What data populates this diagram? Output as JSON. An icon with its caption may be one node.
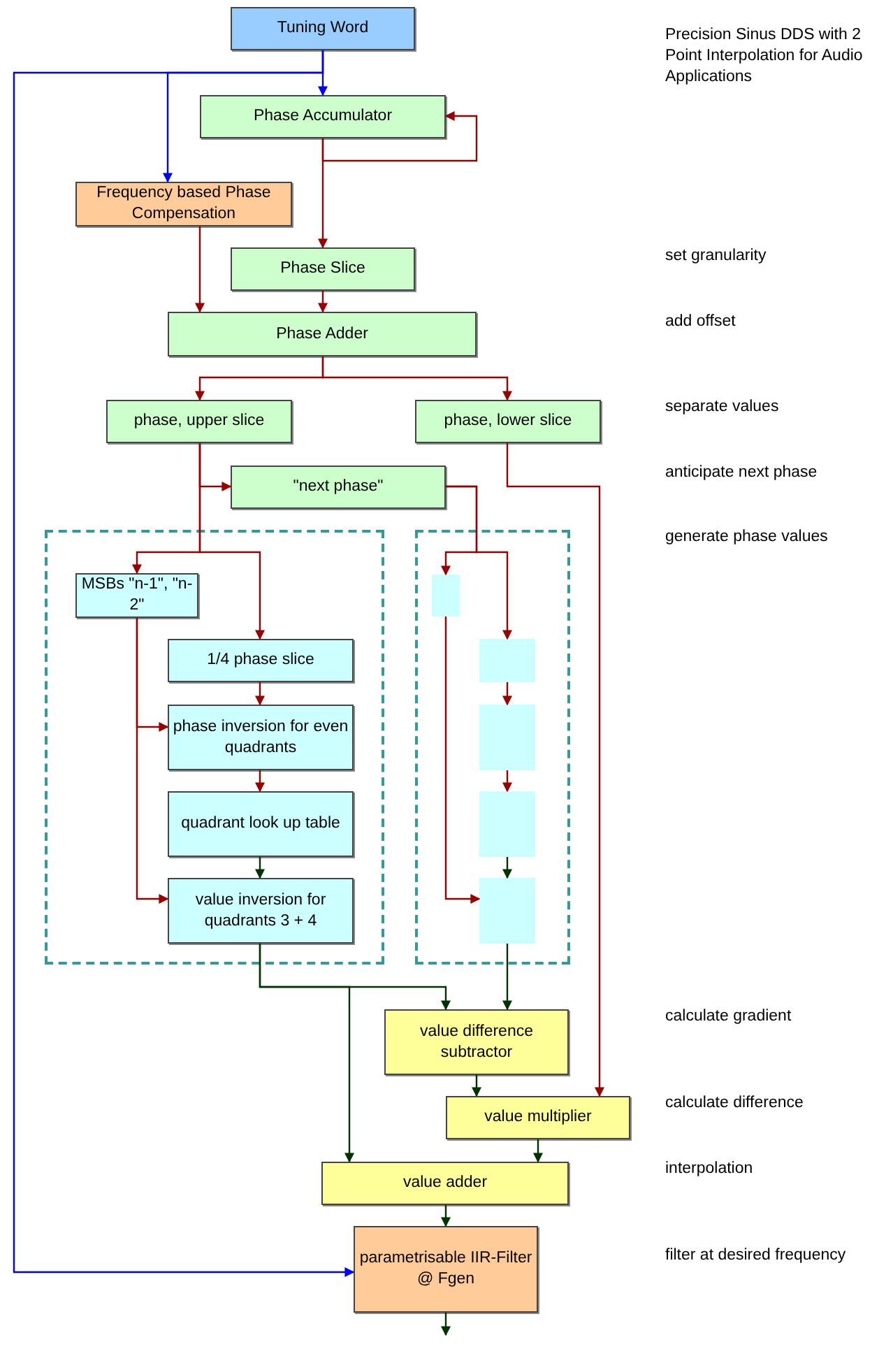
{
  "diagram": {
    "title": "Precision Sinus DDS with 2 Point Interpolation for Audio Applications",
    "nodes": [
      {
        "text": [
          "Tuning Word"
        ]
      },
      {
        "text": [
          "Phase Accumulator"
        ]
      },
      {
        "text": [
          "Frequency based Phase Compensation"
        ]
      },
      {
        "text": [
          "Phase Slice"
        ]
      },
      {
        "text": [
          "Phase Adder"
        ]
      },
      {
        "text": [
          "phase, upper slice"
        ]
      },
      {
        "text": [
          "phase, lower slice"
        ]
      },
      {
        "text": [
          "\"next phase\""
        ]
      },
      {
        "text": [],
        "shape": "box"
      },
      {
        "text": [],
        "shape": "box"
      },
      {
        "text": [
          "MSBs \"n-1\", \"n-2\""
        ],
        "in": 8
      },
      {
        "text": [
          "1/4 phase slice"
        ],
        "in": 8
      },
      {
        "text": [
          "phase inversion for even quadrants"
        ],
        "in": 8
      },
      {
        "text": [
          "quadrant look up table"
        ],
        "in": 8
      },
      {
        "text": [
          "value inversion for quadrants 3 + 4"
        ],
        "in": 8
      },
      {
        "text": [],
        "shape": "box",
        "in": 9
      },
      {
        "text": [],
        "shape": "box",
        "in": 9
      },
      {
        "text": [],
        "shape": "box",
        "in": 9
      },
      {
        "text": [],
        "shape": "box",
        "in": 9
      },
      {
        "text": [],
        "shape": "box",
        "in": 9
      },
      {
        "text": [
          "value difference subtractor"
        ]
      },
      {
        "text": [
          "value multiplier"
        ]
      },
      {
        "text": [
          "value adder"
        ]
      },
      {
        "text": [
          "parametrisable IIR-Filter @ Fgen"
        ]
      }
    ],
    "edges": [
      {
        "from": 0,
        "to": 1,
        "arrow": "to",
        "color": "#0000ff"
      },
      {
        "from": 0,
        "to": 2,
        "arrow": "to",
        "color": "#0000ff"
      },
      {
        "from": 0,
        "to": 23,
        "arrow": "to",
        "color": "#0000ff"
      },
      {
        "from": 1,
        "to": 1,
        "arrow": "to"
      },
      {
        "from": 1,
        "to": 3,
        "arrow": "to"
      },
      {
        "from": 2,
        "to": 4,
        "arrow": "to"
      },
      {
        "from": 3,
        "to": 4,
        "arrow": "to"
      },
      {
        "from": 4,
        "to": 5,
        "arrow": "to"
      },
      {
        "from": 4,
        "to": 6,
        "arrow": "to"
      },
      {
        "from": 5,
        "to": 7,
        "arrow": "to"
      },
      {
        "from": 5,
        "to": 10,
        "arrow": "to"
      },
      {
        "from": 5,
        "to": 11,
        "arrow": "to"
      },
      {
        "from": 11,
        "to": 12,
        "arrow": "to"
      },
      {
        "from": 12,
        "to": 13,
        "arrow": "to"
      },
      {
        "from": 13,
        "to": 14,
        "arrow": "to",
        "color": "#003300"
      },
      {
        "from": 10,
        "to": 12,
        "arrow": "to"
      },
      {
        "from": 10,
        "to": 14,
        "arrow": "to"
      },
      {
        "from": 7,
        "to": 15,
        "arrow": "to"
      },
      {
        "from": 7,
        "to": 16,
        "arrow": "to"
      },
      {
        "from": 16,
        "to": 17,
        "arrow": "to"
      },
      {
        "from": 17,
        "to": 18,
        "arrow": "to"
      },
      {
        "from": 18,
        "to": 19,
        "arrow": "to",
        "color": "#003300"
      },
      {
        "from": 15,
        "to": 19,
        "arrow": "to"
      },
      {
        "from": 6,
        "to": 21,
        "arrow": "to"
      },
      {
        "from": 14,
        "to": 20,
        "arrow": "to",
        "color": "#003300"
      },
      {
        "from": 14,
        "to": 22,
        "arrow": "to",
        "color": "#003300"
      },
      {
        "from": 19,
        "to": 20,
        "arrow": "to",
        "color": "#003300"
      },
      {
        "from": 20,
        "to": 21,
        "arrow": "to",
        "color": "#003300"
      },
      {
        "from": 21,
        "to": 22,
        "arrow": "to",
        "color": "#003300"
      },
      {
        "from": 22,
        "to": 23,
        "arrow": "to",
        "color": "#003300"
      },
      {
        "from": 23,
        "to": null,
        "arrow": "to",
        "color": "#003300"
      }
    ],
    "labels": [
      "set granularity",
      "add offset",
      "separate values",
      "anticipate next phase",
      "generate phase values",
      "calculate gradient",
      "calculate difference",
      "interpolation",
      "filter at desired frequency"
    ]
  }
}
